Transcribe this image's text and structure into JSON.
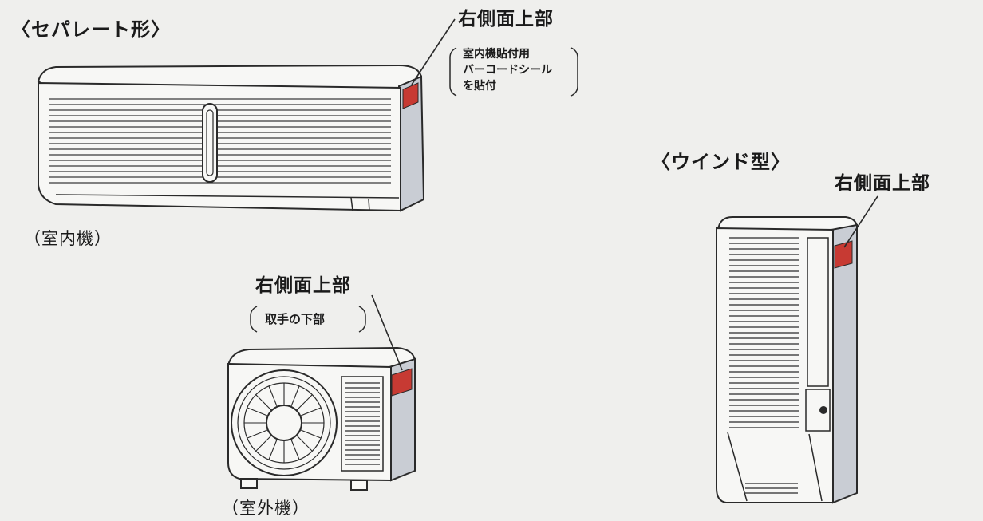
{
  "separate": {
    "heading": "〈セパレート形〉",
    "indoor_callout": "右側面上部",
    "indoor_note": [
      "室内機貼付用",
      "バーコードシール",
      "を貼付"
    ],
    "indoor_caption": "（室内機）",
    "outdoor_callout": "右側面上部",
    "outdoor_note": "取手の下部",
    "outdoor_caption": "（室外機）"
  },
  "window": {
    "heading": "〈ウインド型〉",
    "callout": "右側面上部"
  },
  "colors": {
    "label_patch": "#c73a33",
    "line": "#2a2a2a",
    "body_fill": "#f7f7f5",
    "side_fill": "#c9cdd4",
    "background": "#efefed"
  }
}
